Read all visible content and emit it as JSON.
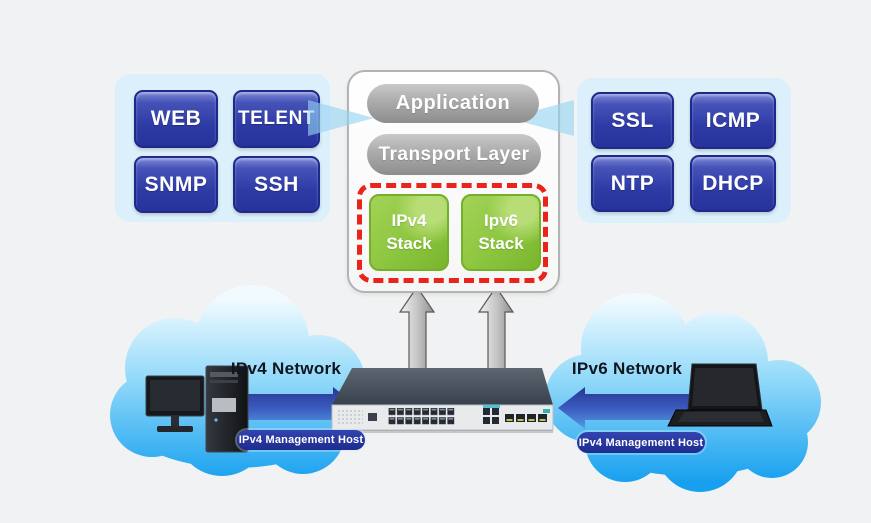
{
  "protocol_badges": {
    "left": [
      "WEB",
      "TELENT",
      "SNMP",
      "SSH"
    ],
    "right": [
      "SSL",
      "ICMP",
      "NTP",
      "DHCP"
    ]
  },
  "stack_box": {
    "layers": [
      "Application",
      "Transport Layer"
    ],
    "stacks": [
      {
        "top": "IPv4",
        "bottom": "Stack"
      },
      {
        "top": "Ipv6",
        "bottom": "Stack"
      }
    ]
  },
  "networks": {
    "left": {
      "name": "IPv4 Network",
      "host": "IPv4 Management Host"
    },
    "right": {
      "name": "IPv6 Network",
      "host": "IPv4 Management Host"
    }
  },
  "icons": {
    "left_cloud": "cloud-icon",
    "right_cloud": "cloud-icon",
    "left_host_device": "desktop-computer-icon",
    "right_host_device": "laptop-icon",
    "center_device": "network-switch-icon",
    "uplinks": "up-arrow-icon",
    "flows": "flow-arrow-icon"
  },
  "colors": {
    "badge_blue": "#2e3ba6",
    "badge_border": "#1c2a8a",
    "panel_blue": "#dcf0fb",
    "layer_gray": "#9a9a9a",
    "stack_green": "#8cc63f",
    "dashed_red": "#e8241c",
    "cloud_blue": "#17a0ef",
    "arrow_navy": "#283390",
    "host_pill_navy": "#22309e",
    "background": "#f1f2f3"
  }
}
